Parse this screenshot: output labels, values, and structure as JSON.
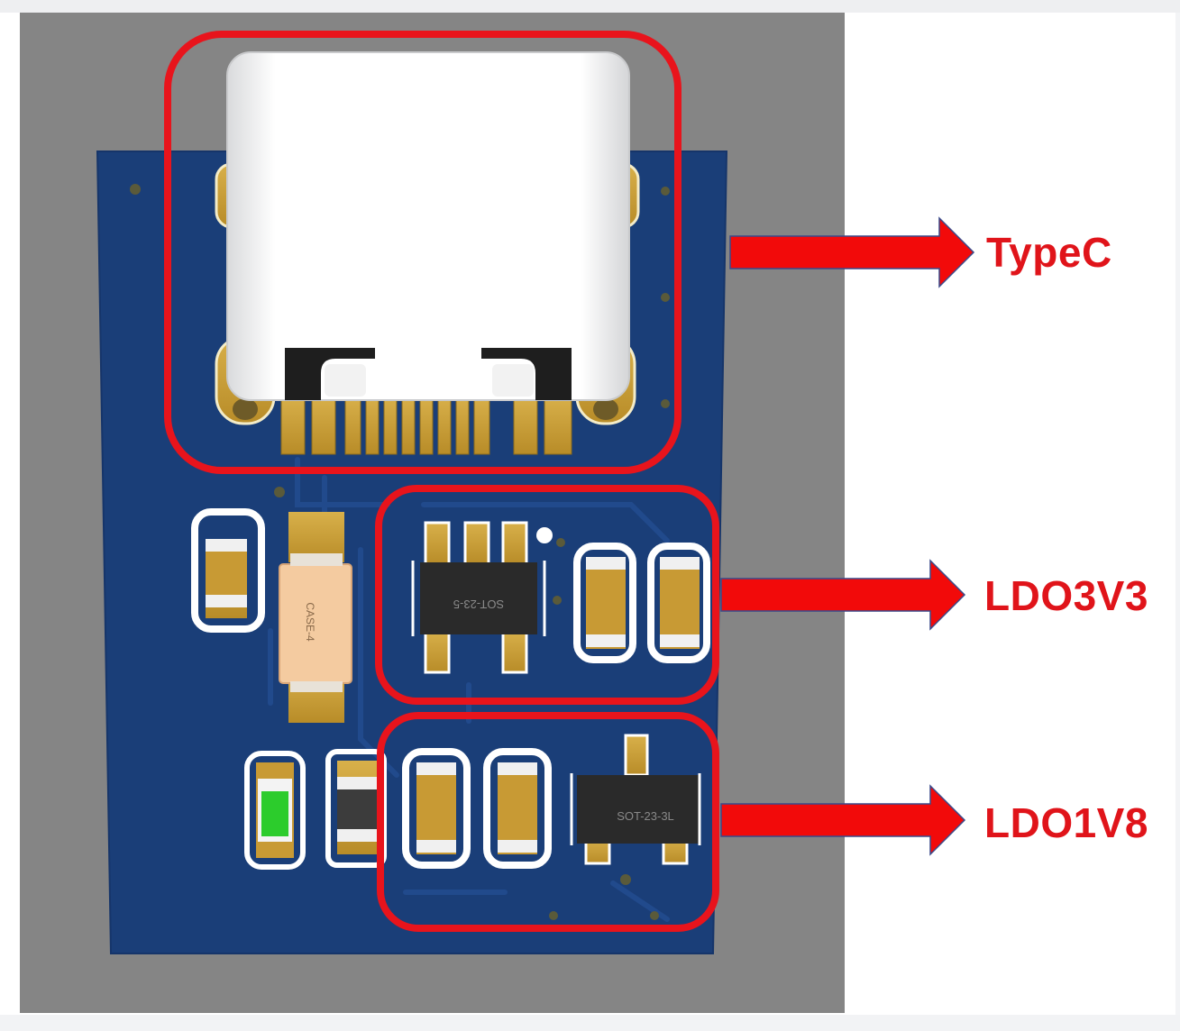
{
  "labels": {
    "typec": "TypeC",
    "ldo3v3": "LDO3V3",
    "ldo1v8": "LDO1V8"
  },
  "silkscreen": {
    "sot23_5": "SOT-23-5",
    "sot23_3l": "SOT-23-3L",
    "case4": "CASE-4"
  },
  "colors": {
    "board": "#1a3e78",
    "highlight": "#e8141c",
    "pad": "#c8a03a",
    "background": "#858585"
  }
}
